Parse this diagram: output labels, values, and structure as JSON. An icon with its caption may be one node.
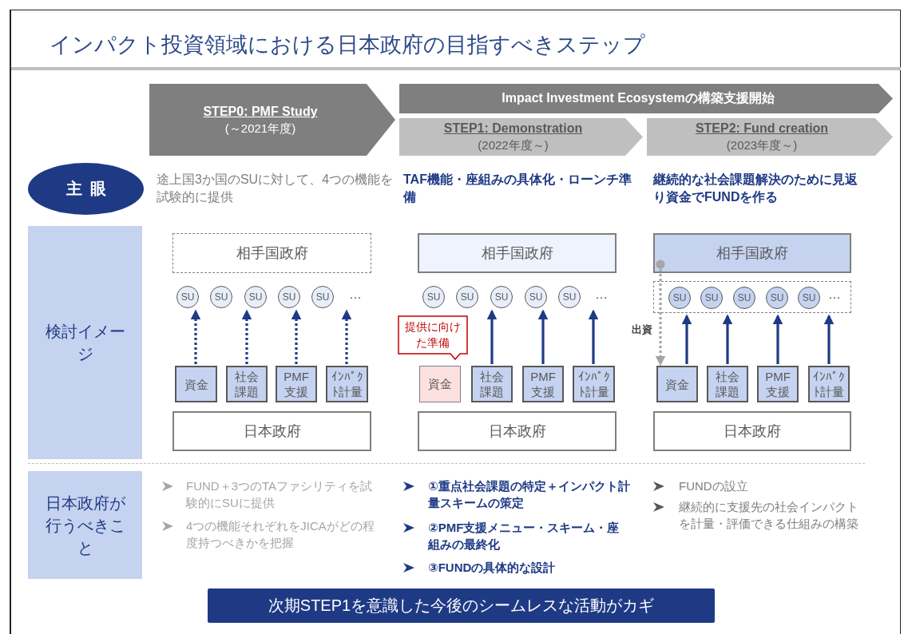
{
  "diagram": {
    "title": "インパクト投資領域における日本政府の目指すべきステップ",
    "nodes": [
      {
        "text": [
          "STEP0: PMF Study",
          "(～2021年度)"
        ]
      },
      {
        "text": [
          "Impact Investment Ecosystemの構築支援開始"
        ]
      },
      {
        "text": [
          "STEP1: Demonstration",
          "(2022年度～)"
        ]
      },
      {
        "text": [
          "STEP2: Fund creation",
          "(2023年度～)"
        ]
      },
      {
        "text": [
          "主眼"
        ]
      },
      {
        "text": [
          "検討イメージ"
        ]
      },
      {
        "text": [
          "日本政府が行うべきこと"
        ]
      },
      {
        "text": [
          "相手国政府"
        ]
      },
      {
        "text": [
          "SU"
        ]
      },
      {
        "text": [
          "SU"
        ]
      },
      {
        "text": [
          "SU"
        ]
      },
      {
        "text": [
          "SU"
        ]
      },
      {
        "text": [
          "SU"
        ]
      },
      {
        "text": [
          "資金"
        ]
      },
      {
        "text": [
          "社会課題"
        ]
      },
      {
        "text": [
          "PMF支援"
        ]
      },
      {
        "text": [
          "ｲﾝﾊﾟｸﾄ計量"
        ]
      },
      {
        "text": [
          "日本政府"
        ]
      },
      {
        "text": [
          "相手国政府"
        ]
      },
      {
        "text": [
          "SU"
        ]
      },
      {
        "text": [
          "SU"
        ]
      },
      {
        "text": [
          "SU"
        ]
      },
      {
        "text": [
          "SU"
        ]
      },
      {
        "text": [
          "SU"
        ]
      },
      {
        "text": [
          "提供に向けた準備"
        ]
      },
      {
        "text": [
          "資金"
        ]
      },
      {
        "text": [
          "社会課題"
        ]
      },
      {
        "text": [
          "PMF支援"
        ]
      },
      {
        "text": [
          "ｲﾝﾊﾟｸﾄ計量"
        ]
      },
      {
        "text": [
          "日本政府"
        ]
      },
      {
        "text": [
          "相手国政府"
        ]
      },
      {
        "text": [],
        "shape": "box"
      },
      {
        "text": [
          "SU"
        ],
        "in": 31
      },
      {
        "text": [
          "SU"
        ],
        "in": 31
      },
      {
        "text": [
          "SU"
        ],
        "in": 31
      },
      {
        "text": [
          "SU"
        ],
        "in": 31
      },
      {
        "text": [
          "SU"
        ],
        "in": 31
      },
      {
        "text": [
          "資金"
        ]
      },
      {
        "text": [
          "社会課題"
        ]
      },
      {
        "text": [
          "PMF支援"
        ]
      },
      {
        "text": [
          "ｲﾝﾊﾟｸﾄ計量"
        ]
      },
      {
        "text": [
          "日本政府"
        ]
      },
      {
        "text": [
          "次期STEP1を意識した今後のシームレスな活動がカギ"
        ]
      }
    ],
    "edges": [
      {
        "from": 13,
        "to": 8,
        "arrow": "to",
        "style": "dashed"
      },
      {
        "from": 14,
        "to": 9,
        "arrow": "to",
        "style": "dashed"
      },
      {
        "from": 15,
        "to": 11,
        "arrow": "to",
        "style": "dashed"
      },
      {
        "from": 16,
        "to": 12,
        "arrow": "to",
        "style": "dashed"
      },
      {
        "from": 26,
        "to": 20,
        "arrow": "to"
      },
      {
        "from": 27,
        "to": 22,
        "arrow": "to"
      },
      {
        "from": 28,
        "to": 23,
        "arrow": "to"
      },
      {
        "from": 30,
        "to": 37,
        "arrow": "to",
        "style": "dashed",
        "color": "#a6a6a6",
        "label": "出資"
      },
      {
        "from": 37,
        "to": 31,
        "arrow": "to"
      },
      {
        "from": 38,
        "to": 31,
        "arrow": "to"
      },
      {
        "from": 39,
        "to": 31,
        "arrow": "to"
      },
      {
        "from": 40,
        "to": 31,
        "arrow": "to"
      }
    ],
    "labels": [
      "途上国3か国のSUに対して、4つの機能を試験的に提供",
      "TAF機能・座組みの具体化・ローンチ準備",
      "継続的な社会課題解決のために見返り資金でFUNDを作る",
      "…",
      "…",
      "…",
      "FUND＋3つのTAファシリティを試験的にSUに提供",
      "4つの機能それぞれをJICAがどの程度持つべきかを把握",
      "①重点社会課題の特定＋インパクト計量スキームの策定",
      "②PMF支援メニュー・スキーム・座組みの最終化",
      "③FUNDの具体的な設計",
      "FUNDの設立",
      "継続的に支援先の社会インパクトを計量・評価できる仕組みの構築"
    ]
  }
}
